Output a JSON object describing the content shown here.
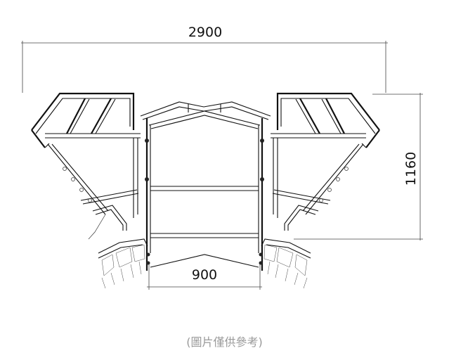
{
  "dimensions": {
    "overall_width": "2900",
    "height": "1160",
    "opening_width": "900"
  },
  "caption": "(圖片僅供參考)"
}
